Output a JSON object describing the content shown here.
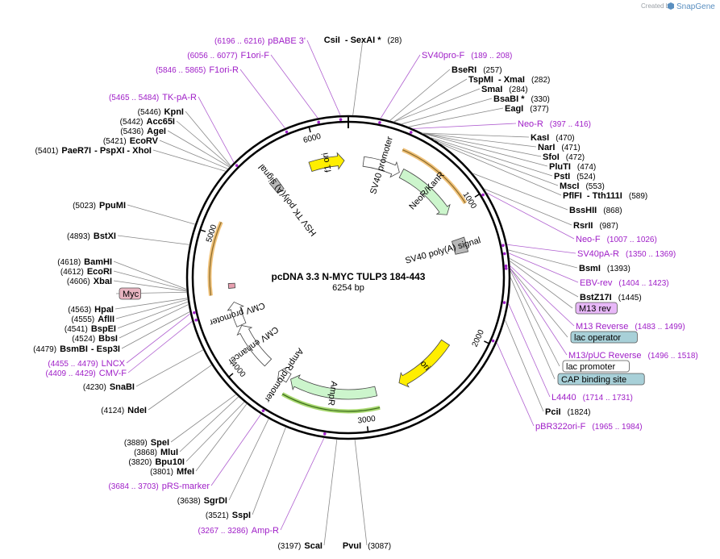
{
  "credit": {
    "created_by": "Created by",
    "brand": "SnapGene"
  },
  "plasmid": {
    "name": "pcDNA 3.3 N-MYC TULP3 184-443",
    "size": "6254 bp",
    "length": 6254
  },
  "ticks": [
    "1000",
    "2000",
    "3000",
    "4000",
    "5000",
    "6000"
  ],
  "features": [
    {
      "name": "f1 ori",
      "start": 5925,
      "end": 6220,
      "color": "#ffee00"
    },
    {
      "name": "SV40 promoter",
      "start": 130,
      "end": 450,
      "color": "#ffffff"
    },
    {
      "name": "NeoR/KanR",
      "start": 470,
      "end": 1000,
      "color": "#ccf5cc"
    },
    {
      "name": "SV40 poly(A) signal",
      "start": 1230,
      "end": 1352,
      "color": "#b8b8b8"
    },
    {
      "name": "ori",
      "start": 2150,
      "end": 2680,
      "color": "#ffee00"
    },
    {
      "name": "AmpR",
      "start": 2890,
      "end": 3640,
      "color": "#ccf5cc"
    },
    {
      "name": "AmpR promoter",
      "start": 3660,
      "end": 3760,
      "color": "#ffffff"
    },
    {
      "name": "CMV enhancer",
      "start": 3880,
      "end": 4270,
      "color": "#ffffff"
    },
    {
      "name": "CMV promoter",
      "start": 4275,
      "end": 4480,
      "color": "#ffffff"
    },
    {
      "name": "HSV TK poly(A) signal",
      "start": 5560,
      "end": 5630,
      "color": "#b8b8b8"
    }
  ],
  "sites": [
    {
      "name": "CsiI",
      "suffix": "- SexAI *",
      "pos": "(28)",
      "type": "enzyme"
    },
    {
      "name": "SV40pro-F",
      "pos": "(189 .. 208)",
      "type": "primer"
    },
    {
      "name": "BseRI",
      "pos": "(257)",
      "type": "enzyme"
    },
    {
      "name": "TspMI",
      "suffix": "- XmaI",
      "pos": "(282)",
      "type": "enzyme"
    },
    {
      "name": "SmaI",
      "pos": "(284)",
      "type": "enzyme"
    },
    {
      "name": "BsaBI *",
      "pos": "(330)",
      "type": "enzyme"
    },
    {
      "name": "EagI",
      "pos": "(377)",
      "type": "enzyme"
    },
    {
      "name": "Neo-R",
      "pos": "(397 .. 416)",
      "type": "primer"
    },
    {
      "name": "KasI",
      "pos": "(470)",
      "type": "enzyme"
    },
    {
      "name": "NarI",
      "pos": "(471)",
      "type": "enzyme"
    },
    {
      "name": "SfoI",
      "pos": "(472)",
      "type": "enzyme"
    },
    {
      "name": "PluTI",
      "pos": "(474)",
      "type": "enzyme"
    },
    {
      "name": "PstI",
      "pos": "(524)",
      "type": "enzyme"
    },
    {
      "name": "MscI",
      "pos": "(553)",
      "type": "enzyme"
    },
    {
      "name": "PflFI",
      "suffix": "- Tth111I",
      "pos": "(589)",
      "type": "enzyme"
    },
    {
      "name": "BssHII",
      "pos": "(868)",
      "type": "enzyme"
    },
    {
      "name": "RsrII",
      "pos": "(987)",
      "type": "enzyme"
    },
    {
      "name": "Neo-F",
      "pos": "(1007 .. 1026)",
      "type": "primer"
    },
    {
      "name": "SV40pA-R",
      "pos": "(1350 .. 1369)",
      "type": "primer"
    },
    {
      "name": "BsmI",
      "pos": "(1393)",
      "type": "enzyme"
    },
    {
      "name": "EBV-rev",
      "pos": "(1404 .. 1423)",
      "type": "primer"
    },
    {
      "name": "BstZ17I",
      "pos": "(1445)",
      "type": "enzyme"
    },
    {
      "name": "M13 rev",
      "type": "box-purple"
    },
    {
      "name": "M13 Reverse",
      "pos": "(1483 .. 1499)",
      "type": "primer"
    },
    {
      "name": "lac operator",
      "type": "box-teal"
    },
    {
      "name": "M13/pUC Reverse",
      "pos": "(1496 .. 1518)",
      "type": "primer"
    },
    {
      "name": "lac promoter",
      "type": "box-white"
    },
    {
      "name": "CAP binding site",
      "type": "box-teal"
    },
    {
      "name": "L4440",
      "pos": "(1714 .. 1731)",
      "type": "primer"
    },
    {
      "name": "PciI",
      "pos": "(1824)",
      "type": "enzyme"
    },
    {
      "name": "pBR322ori-F",
      "pos": "(1965 .. 1984)",
      "type": "primer"
    },
    {
      "name": "PvuI",
      "pos": "(3087)",
      "type": "enzyme"
    },
    {
      "name": "ScaI",
      "pos": "(3197)",
      "type": "enzyme"
    },
    {
      "name": "Amp-R",
      "pos": "(3267 .. 3286)",
      "type": "primer"
    },
    {
      "name": "SspI",
      "pos": "(3521)",
      "type": "enzyme"
    },
    {
      "name": "SgrDI",
      "pos": "(3638)",
      "type": "enzyme"
    },
    {
      "name": "pRS-marker",
      "pos": "(3684 .. 3703)",
      "type": "primer"
    },
    {
      "name": "MfeI",
      "pos": "(3801)",
      "type": "enzyme"
    },
    {
      "name": "Bpu10I",
      "pos": "(3820)",
      "type": "enzyme"
    },
    {
      "name": "MluI",
      "pos": "(3868)",
      "type": "enzyme"
    },
    {
      "name": "SpeI",
      "pos": "(3889)",
      "type": "enzyme"
    },
    {
      "name": "NdeI",
      "pos": "(4124)",
      "type": "enzyme"
    },
    {
      "name": "SnaBI",
      "pos": "(4230)",
      "type": "enzyme"
    },
    {
      "name": "CMV-F",
      "pos": "(4409 .. 4429)",
      "type": "primer"
    },
    {
      "name": "LNCX",
      "pos": "(4455 .. 4479)",
      "type": "primer"
    },
    {
      "name": "BsmBI",
      "suffix": "- Esp3I",
      "pos": "(4479)",
      "type": "enzyme"
    },
    {
      "name": "BbsI",
      "pos": "(4524)",
      "type": "enzyme"
    },
    {
      "name": "BspEI",
      "pos": "(4541)",
      "type": "enzyme"
    },
    {
      "name": "AflII",
      "pos": "(4555)",
      "type": "enzyme"
    },
    {
      "name": "HpaI",
      "pos": "(4563)",
      "type": "enzyme"
    },
    {
      "name": "Myc",
      "type": "box-pink"
    },
    {
      "name": "XbaI",
      "pos": "(4606)",
      "type": "enzyme"
    },
    {
      "name": "EcoRI",
      "pos": "(4612)",
      "type": "enzyme"
    },
    {
      "name": "BamHI",
      "pos": "(4618)",
      "type": "enzyme"
    },
    {
      "name": "BstXI",
      "pos": "(4893)",
      "type": "enzyme"
    },
    {
      "name": "PpuMI",
      "pos": "(5023)",
      "type": "enzyme"
    },
    {
      "name": "PaeR7I",
      "suffix": "- PspXI - XhoI",
      "pos": "(5401)",
      "type": "enzyme"
    },
    {
      "name": "EcoRV",
      "pos": "(5421)",
      "type": "enzyme"
    },
    {
      "name": "AgeI",
      "pos": "(5436)",
      "type": "enzyme"
    },
    {
      "name": "Acc65I",
      "pos": "(5442)",
      "type": "enzyme"
    },
    {
      "name": "KpnI",
      "pos": "(5446)",
      "type": "enzyme"
    },
    {
      "name": "TK-pA-R",
      "pos": "(5465 .. 5484)",
      "type": "primer"
    },
    {
      "name": "F1ori-R",
      "pos": "(5846 .. 5865)",
      "type": "primer"
    },
    {
      "name": "F1ori-F",
      "pos": "(6056 .. 6077)",
      "type": "primer"
    },
    {
      "name": "pBABE 3'",
      "pos": "(6196 .. 6216)",
      "type": "primer"
    }
  ]
}
